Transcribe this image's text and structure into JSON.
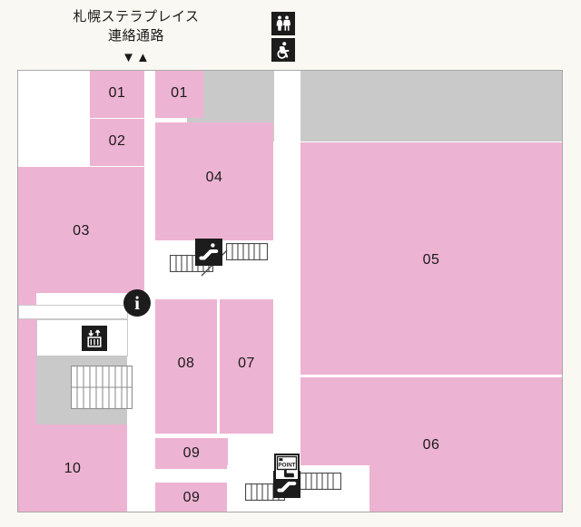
{
  "header": {
    "title_line1": "札幌ステラプレイス",
    "title_line2": "連絡通路",
    "direction_markers": "▼▲",
    "restroom_icon": "restroom-icon",
    "accessible_icon": "wheelchair-accessible-icon"
  },
  "colors": {
    "page_background": "#faf8f3",
    "tenant_fill": "#edb3d2",
    "structure_fill": "#c9c9c9",
    "corridor_fill": "#ffffff",
    "map_border": "#a8a8a8",
    "icon_black": "#1c1c1c"
  },
  "map": {
    "name": "floor-map",
    "units": [
      {
        "id": "unit-01-left",
        "label": "01",
        "fill": "pink"
      },
      {
        "id": "unit-02",
        "label": "02",
        "fill": "pink"
      },
      {
        "id": "unit-03",
        "label": "03",
        "fill": "pink"
      },
      {
        "id": "unit-01-mid",
        "label": "01",
        "fill": "pink"
      },
      {
        "id": "unit-04",
        "label": "04",
        "fill": "pink"
      },
      {
        "id": "unit-05",
        "label": "05",
        "fill": "pink"
      },
      {
        "id": "unit-06",
        "label": "06",
        "fill": "pink"
      },
      {
        "id": "unit-07",
        "label": "07",
        "fill": "pink"
      },
      {
        "id": "unit-08",
        "label": "08",
        "fill": "pink"
      },
      {
        "id": "unit-09-upper",
        "label": "09",
        "fill": "pink"
      },
      {
        "id": "unit-09-lower",
        "label": "09",
        "fill": "pink"
      },
      {
        "id": "unit-10",
        "label": "10",
        "fill": "pink"
      }
    ],
    "facilities": [
      {
        "id": "escalator-upper",
        "icon": "escalator-icon"
      },
      {
        "id": "escalator-lower",
        "icon": "escalator-icon"
      },
      {
        "id": "information",
        "icon": "information-icon",
        "glyph": "i"
      },
      {
        "id": "elevator",
        "icon": "elevator-icon"
      },
      {
        "id": "point-kiosk",
        "icon": "point-kiosk-icon",
        "label": "POINT"
      },
      {
        "id": "stairs-left",
        "icon": "stairs-icon"
      },
      {
        "id": "stairs-upper-a",
        "icon": "stairs-icon"
      },
      {
        "id": "stairs-upper-b",
        "icon": "stairs-icon"
      },
      {
        "id": "stairs-lower-a",
        "icon": "stairs-icon"
      },
      {
        "id": "stairs-lower-b",
        "icon": "stairs-icon"
      }
    ]
  }
}
